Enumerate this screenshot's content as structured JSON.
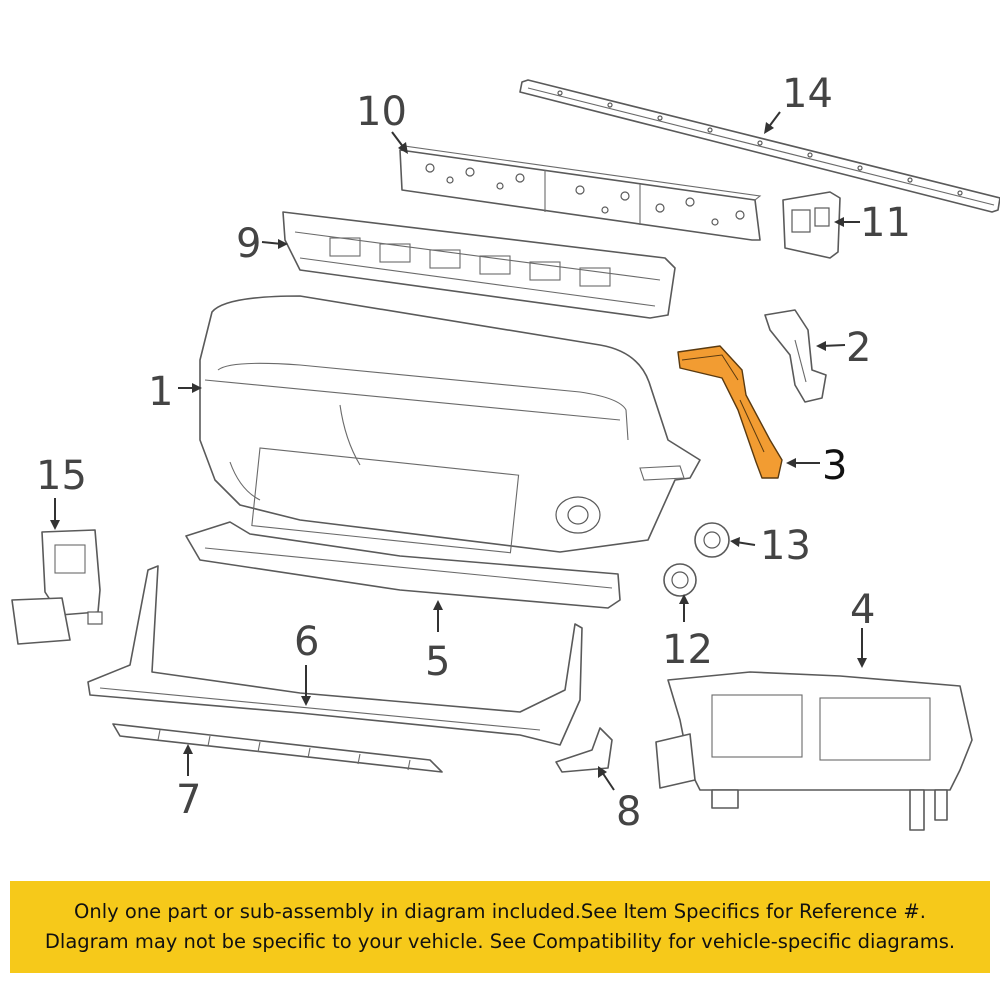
{
  "callouts": [
    "1",
    "2",
    "3",
    "4",
    "5",
    "6",
    "7",
    "8",
    "9",
    "10",
    "11",
    "12",
    "13",
    "14",
    "15"
  ],
  "highlight_color": "#f29c32",
  "banner_color": "#f6c91a",
  "banner": {
    "line1": "Only one part or sub-assembly in diagram included.See ltem Specifics for Reference #.",
    "line2": "Dlagram may not be specific to your vehicle. See Compatibility for vehicle-specific diagrams."
  }
}
